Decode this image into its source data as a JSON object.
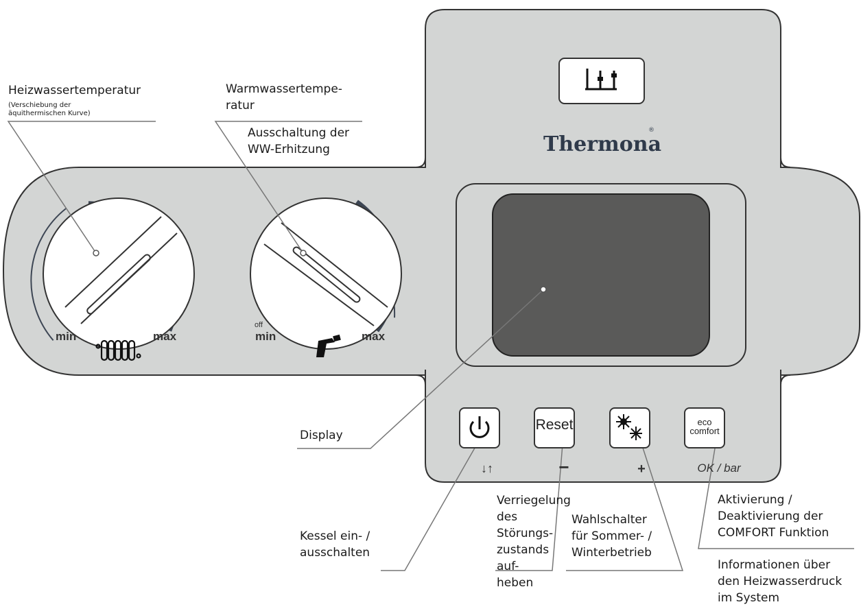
{
  "brand": "Thermona",
  "brand_mark": "®",
  "knob_heating": {
    "min_label": "min",
    "max_label": "max",
    "icon": "radiator-icon"
  },
  "knob_dhw": {
    "off_label": "off",
    "min_label": "min",
    "max_label": "max",
    "icon": "tap-icon"
  },
  "top_icon": "heating-circuit-icon",
  "buttons": {
    "power": {
      "icon": "power-icon",
      "sub_label": "↓↑"
    },
    "reset": {
      "label": "Reset",
      "sub_label": "−"
    },
    "season": {
      "icon": "sun-snowflake-icon",
      "sub_label": "+"
    },
    "eco": {
      "label_top": "eco",
      "label_bottom": "comfort",
      "sub_label": "OK / bar"
    }
  },
  "labels": {
    "heating_title": "Heizwassertemperatur",
    "heating_note_1": "(Verschiebung der",
    "heating_note_2": "äquithermischen Kurve)",
    "dhw_title": "Warmwassertempe-\nratur",
    "dhw_off": "Ausschaltung der\nWW-Erhitzung",
    "display": "Display",
    "power": "Kessel ein- /\nausschalten",
    "reset": "Verriegelung\ndes Störungs-\nzustands auf-\nheben",
    "season": "Wahlschalter\nfür Sommer- /\nWinterbetrieb",
    "comfort": "Aktivierung /\nDeaktivierung der\nCOMFORT Funktion",
    "pressure": "Informationen über\nden Heizwasserdruck\nim System"
  },
  "colors": {
    "panel": "#d3d5d4",
    "outline": "#333333",
    "display_screen": "#5a5a59",
    "arc": "#3d4654",
    "leader": "#777777"
  }
}
